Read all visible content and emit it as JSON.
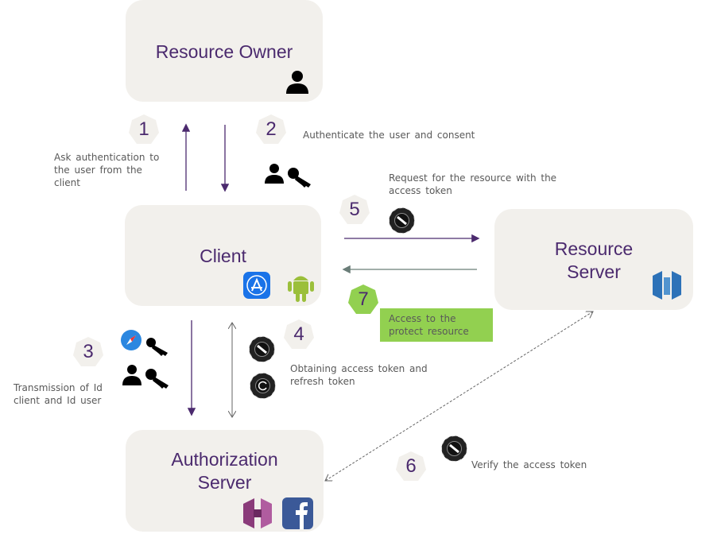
{
  "nodes": {
    "resource_owner": {
      "title": "Resource Owner"
    },
    "client": {
      "title": "Client"
    },
    "resource_server": {
      "title_line1": "Resource",
      "title_line2": "Server"
    },
    "authorization_server": {
      "title_line1": "Authorization",
      "title_line2": "Server"
    }
  },
  "steps": [
    {
      "number": "1",
      "label": "Ask authentication to\nthe user from the\nclient"
    },
    {
      "number": "2",
      "label": "Authenticate the user and consent"
    },
    {
      "number": "3",
      "label": "Transmission of Id\nclient and Id user"
    },
    {
      "number": "4",
      "label": "Obtaining access token and\nrefresh token"
    },
    {
      "number": "5",
      "label": "Request for the resource with the\naccess token"
    },
    {
      "number": "6",
      "label": "Verify the access token"
    },
    {
      "number": "7",
      "label": "Access to the\nprotect resource"
    }
  ],
  "colors": {
    "accent": "#4b2a6e",
    "box": "#f2f0ec",
    "highlight": "#92d050",
    "text": "#595959"
  }
}
